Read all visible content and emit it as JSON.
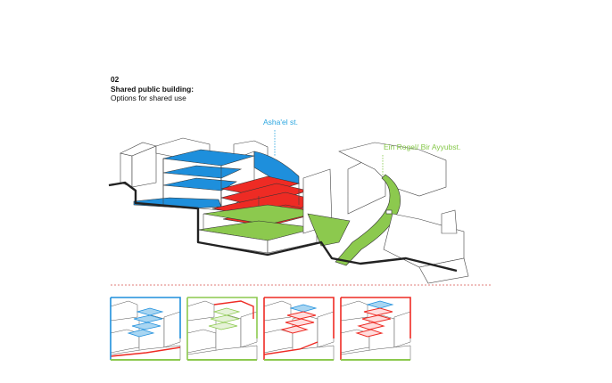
{
  "header": {
    "number": "02",
    "title": "Shared public building:",
    "subtitle": "Options for shared use"
  },
  "labels": {
    "street_1": "Asha'el st.",
    "street_2": "Ein Rogel/ Bir Ayyubst."
  },
  "colors": {
    "blue": "#1e8fdc",
    "light_blue": "#a9d6f2",
    "red": "#ee2b24",
    "green": "#8cc94e",
    "outline": "#333333",
    "divider": "#d9534f"
  },
  "thumbnails": [
    {
      "highlight": "blue"
    },
    {
      "highlight": "green"
    },
    {
      "highlight": "red-lower"
    },
    {
      "highlight": "red-upper"
    }
  ]
}
